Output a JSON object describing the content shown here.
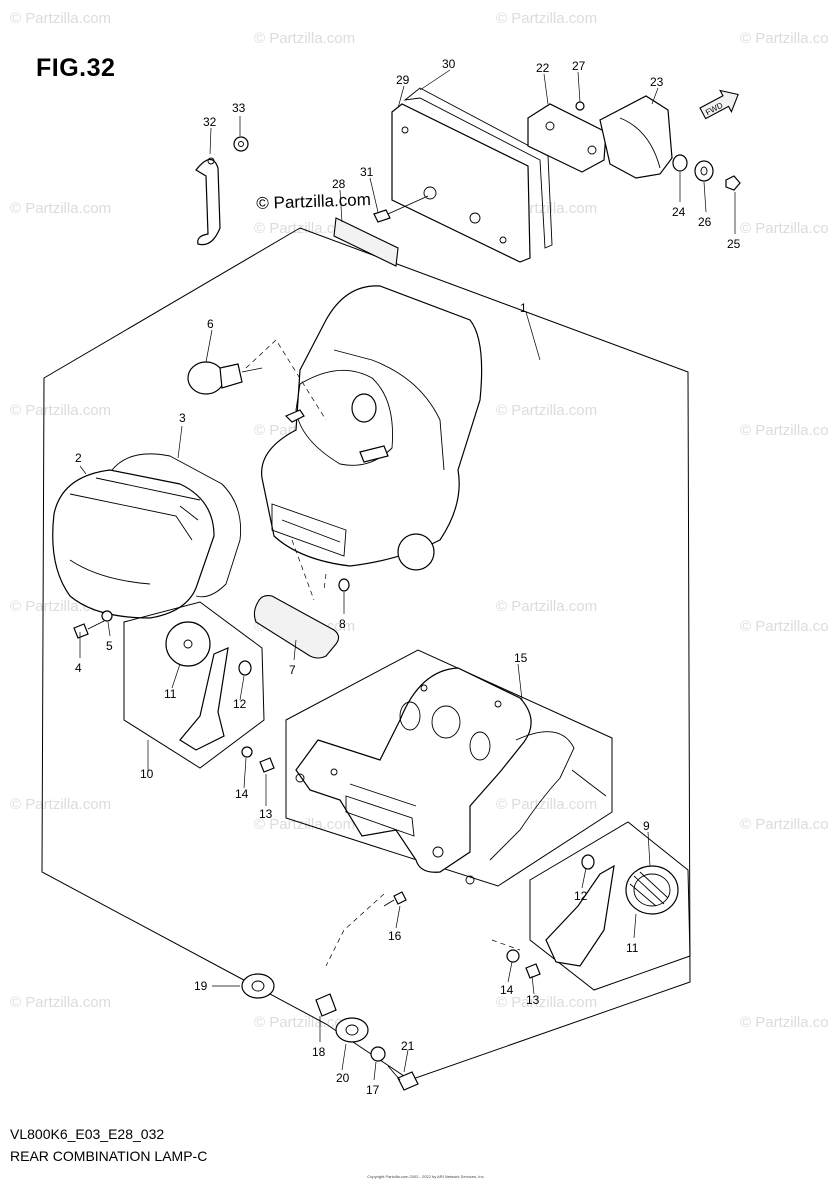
{
  "figure": {
    "title": "FIG.32",
    "model_code": "VL800K6_E03_E28_032",
    "name": "REAR COMBINATION LAMP-C",
    "copyright_mark": "© Partzilla.com",
    "watermark": "© Partzilla.com",
    "footer_note": "Copyright Partzilla.com 2002 - 2022 by ARI Network Services, Inc."
  },
  "callouts": [
    {
      "id": "1",
      "label": "1"
    },
    {
      "id": "2",
      "label": "2"
    },
    {
      "id": "3",
      "label": "3"
    },
    {
      "id": "4",
      "label": "4"
    },
    {
      "id": "5",
      "label": "5"
    },
    {
      "id": "6",
      "label": "6"
    },
    {
      "id": "7",
      "label": "7"
    },
    {
      "id": "8",
      "label": "8"
    },
    {
      "id": "9",
      "label": "9"
    },
    {
      "id": "10",
      "label": "10"
    },
    {
      "id": "11a",
      "label": "11"
    },
    {
      "id": "11b",
      "label": "11"
    },
    {
      "id": "12a",
      "label": "12"
    },
    {
      "id": "12b",
      "label": "12"
    },
    {
      "id": "13a",
      "label": "13"
    },
    {
      "id": "13b",
      "label": "13"
    },
    {
      "id": "14a",
      "label": "14"
    },
    {
      "id": "14b",
      "label": "14"
    },
    {
      "id": "15",
      "label": "15"
    },
    {
      "id": "16",
      "label": "16"
    },
    {
      "id": "17",
      "label": "17"
    },
    {
      "id": "18",
      "label": "18"
    },
    {
      "id": "19",
      "label": "19"
    },
    {
      "id": "20",
      "label": "20"
    },
    {
      "id": "21",
      "label": "21"
    },
    {
      "id": "22",
      "label": "22"
    },
    {
      "id": "23",
      "label": "23"
    },
    {
      "id": "24",
      "label": "24"
    },
    {
      "id": "25",
      "label": "25"
    },
    {
      "id": "26",
      "label": "26"
    },
    {
      "id": "27",
      "label": "27"
    },
    {
      "id": "28",
      "label": "28"
    },
    {
      "id": "29",
      "label": "29"
    },
    {
      "id": "30",
      "label": "30"
    },
    {
      "id": "31",
      "label": "31"
    },
    {
      "id": "32",
      "label": "32"
    },
    {
      "id": "33",
      "label": "33"
    }
  ],
  "fwd_arrow": "FWD",
  "colors": {
    "line": "#000000",
    "watermark": "#dcdcdc",
    "background": "#ffffff"
  }
}
